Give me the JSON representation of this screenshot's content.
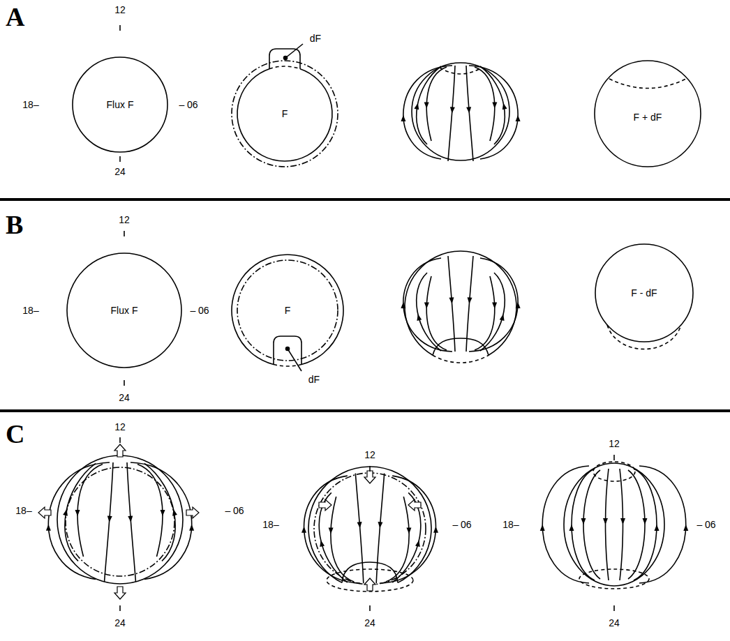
{
  "diagram": {
    "nodes": [
      {
        "text": [
          "Flux F"
        ]
      },
      {
        "text": [
          "F"
        ]
      },
      {
        "text": [
          "F + dF"
        ]
      },
      {
        "text": [
          "Flux F"
        ]
      },
      {
        "text": [
          "F"
        ]
      },
      {
        "text": [
          "F - dF"
        ]
      }
    ],
    "labels": [
      "A",
      "12",
      "18–",
      "– 06",
      "24",
      "dF",
      "B",
      "12",
      "18–",
      "– 06",
      "24",
      "dF",
      "C",
      "12",
      "18–",
      "– 06",
      "24",
      "12",
      "18–",
      "– 06",
      "24",
      "12",
      "18–",
      "– 06",
      "24"
    ]
  }
}
